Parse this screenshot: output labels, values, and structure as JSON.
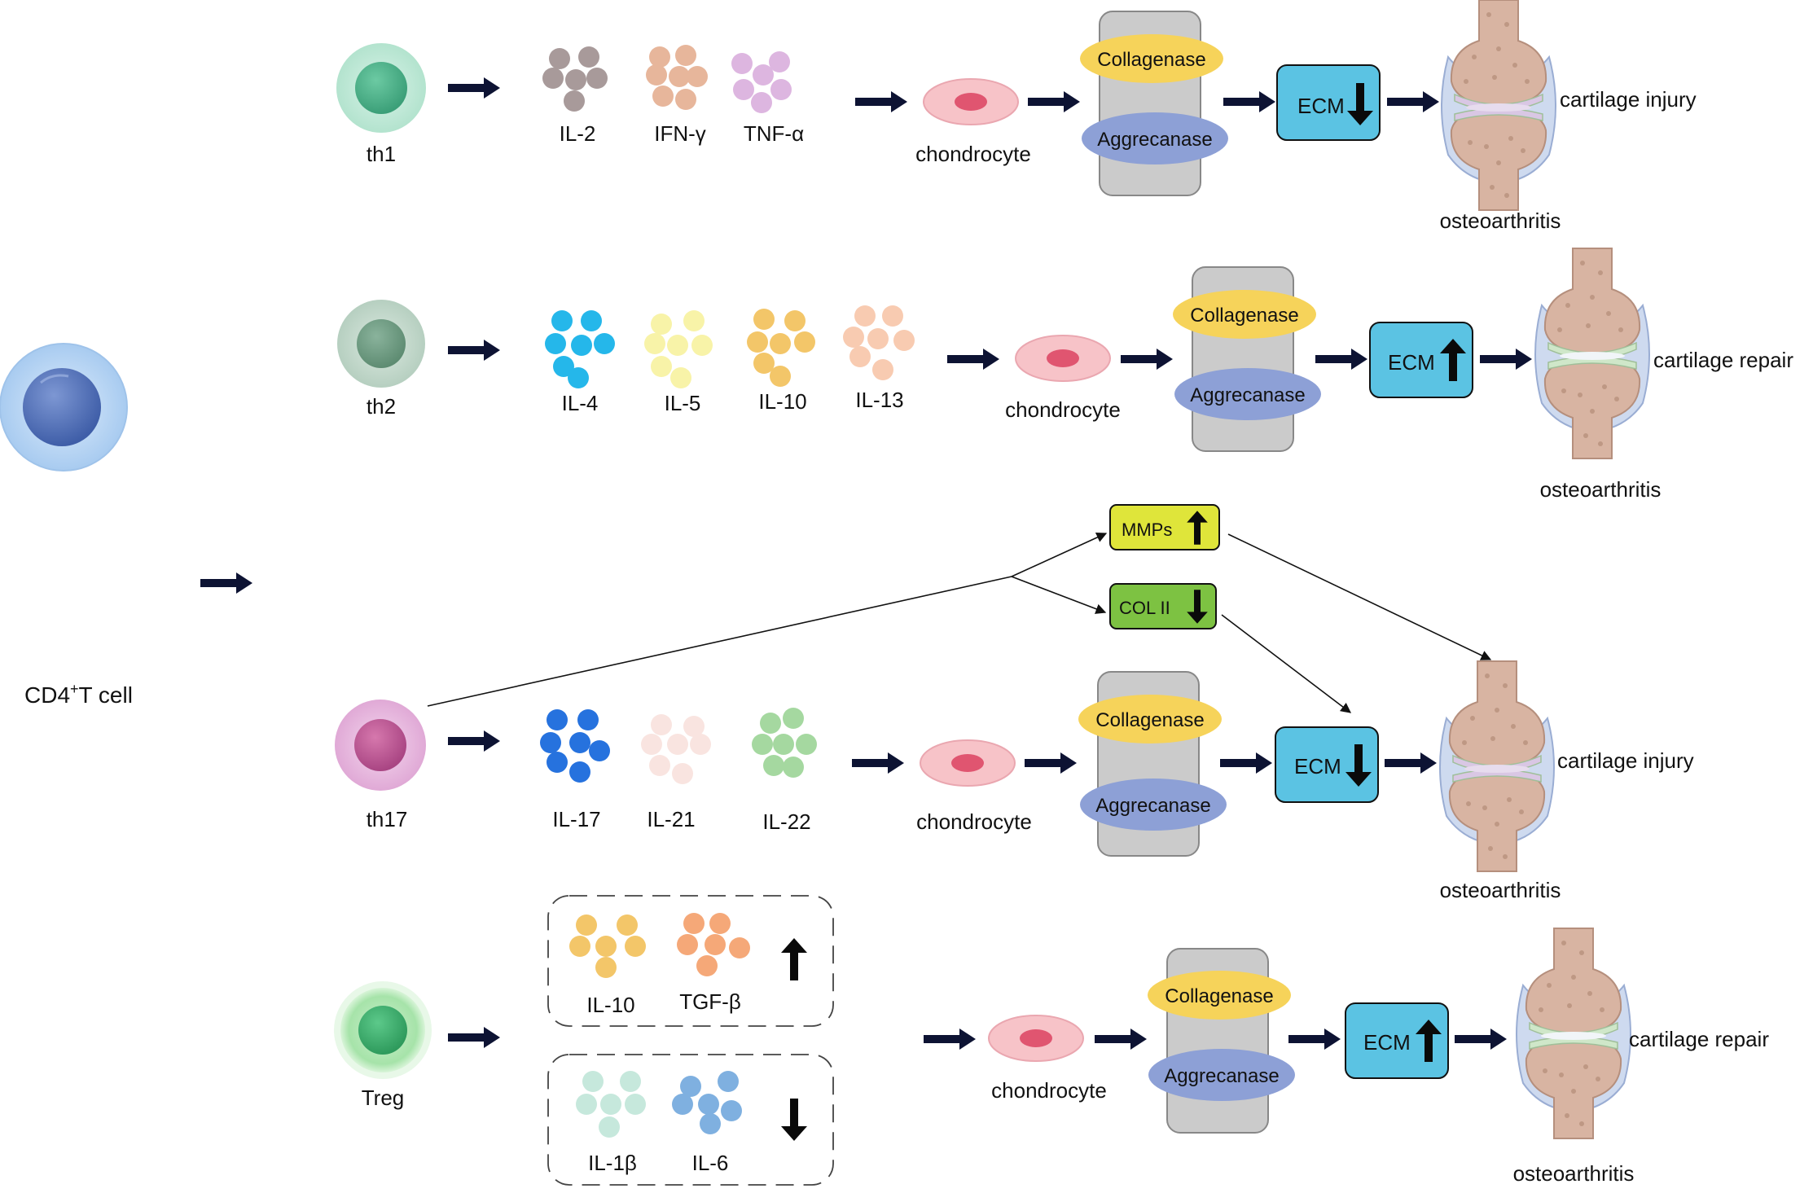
{
  "cd4": {
    "label": "CD4",
    "sup": "+",
    "label_rest": "T cell"
  },
  "rows": [
    {
      "cell": "th1",
      "cytokines": [
        "IL-2",
        "IFN-γ",
        "TNF-α"
      ],
      "target": "chondrocyte",
      "enzymes": [
        "Collagenase",
        "Aggrecanase"
      ],
      "ecm": "ECM",
      "ecm_dir": "down",
      "outcome": "cartilage injury",
      "disease": "osteoarthritis"
    },
    {
      "cell": "th2",
      "cytokines": [
        "IL-4",
        "IL-5",
        "IL-10",
        "IL-13"
      ],
      "target": "chondrocyte",
      "enzymes": [
        "Collagenase",
        "Aggrecanase"
      ],
      "ecm": "ECM",
      "ecm_dir": "up",
      "outcome": "cartilage repair",
      "disease": "osteoarthritis"
    },
    {
      "cell": "th17",
      "cytokines": [
        "IL-17",
        "IL-21",
        "IL-22"
      ],
      "target": "chondrocyte",
      "enzymes": [
        "Collagenase",
        "Aggrecanase"
      ],
      "ecm": "ECM",
      "ecm_dir": "down",
      "outcome": "cartilage injury",
      "disease": "osteoarthritis"
    },
    {
      "cell": "Treg",
      "cytokines_up": [
        "IL-10",
        "TGF-β"
      ],
      "cytokines_down": [
        "IL-1β",
        "IL-6"
      ],
      "target": "chondrocyte",
      "enzymes": [
        "Collagenase",
        "Aggrecanase"
      ],
      "ecm": "ECM",
      "ecm_dir": "up",
      "outcome": "cartilage repair",
      "disease": "osteoarthritis"
    }
  ],
  "branch": {
    "mmps": "MMPs",
    "mmps_dir": "up",
    "col2": "COL II",
    "col2_dir": "down"
  },
  "colors": {
    "arrow": "#0d1333",
    "ecm_fill": "#5bc3e3",
    "enzyme_panel": "#cbcbcb",
    "collagenase": "#f6d35a",
    "aggrecanase": "#8da0d6",
    "mmps": "#dfe53a",
    "col2": "#7dc242",
    "chondrocyte": "#f7c3c8",
    "chondrocyte_nucleus": "#e05570"
  }
}
